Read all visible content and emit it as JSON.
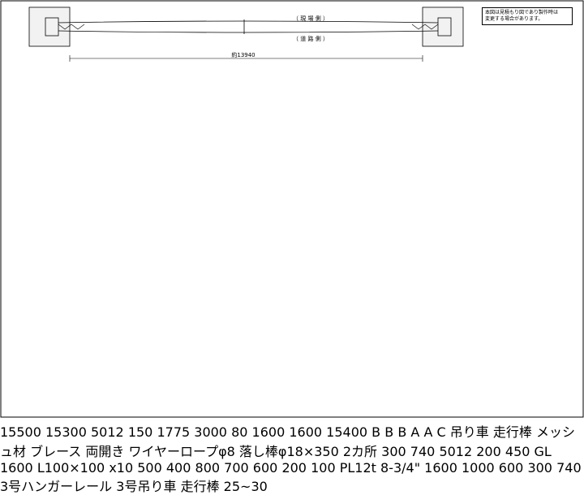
{
  "note": {
    "line1": "本図は見積もり図であり製作時は",
    "line2": "変更する場合があります。"
  },
  "plan": {
    "site_side": "（ 現 場 側 ）",
    "road_side": "（ 道 路 側 ）",
    "span": "約13940"
  },
  "elevation": {
    "dim_15500": "15500",
    "dim_15300": "15300",
    "dim_15400": "15400",
    "dim_1600_left": "1600",
    "dim_1600_right": "1600",
    "dim_5012": "5012",
    "dim_150": "150",
    "dim_1775": "1775",
    "dim_3000": "3000",
    "dim_80": "80",
    "section_b": "B",
    "section_a": "A",
    "section_c": "C",
    "lbl_hanger": "吊り車",
    "lbl_running": "走行棒",
    "lbl_mesh": "メッシュ材",
    "lbl_brace": "ブレース",
    "lbl_double_door": "両開き",
    "lbl_wire": "ワイヤーロープφ8",
    "lbl_bar": "落し棒φ18×350",
    "lbl_places": "2カ所"
  },
  "side": {
    "dim_300": "300",
    "dim_740": "740",
    "dim_5012": "5012",
    "dim_200": "200",
    "dim_450": "450",
    "gl": "GL",
    "dim_1600": "1600"
  },
  "detail_a": {
    "angle": "L100×100",
    "qty": "x10",
    "dim_500": "500",
    "dim_400": "400",
    "dim_800": "800",
    "dim_700": "700",
    "dim_600": "600",
    "dim_200": "200",
    "dim_100": "100",
    "plate": "PL12t"
  },
  "detail_b": {
    "bolt": "8-3/4\"",
    "dim_1600": "1600",
    "dim_1000": "1000",
    "dim_600": "600"
  },
  "detail_c": {
    "dim_300": "300",
    "dim_740": "740",
    "lbl_rail": "3号ハンガーレール",
    "lbl_hanger": "3号吊り車",
    "lbl_running": "走行棒",
    "dim_25_30": "25~30"
  }
}
